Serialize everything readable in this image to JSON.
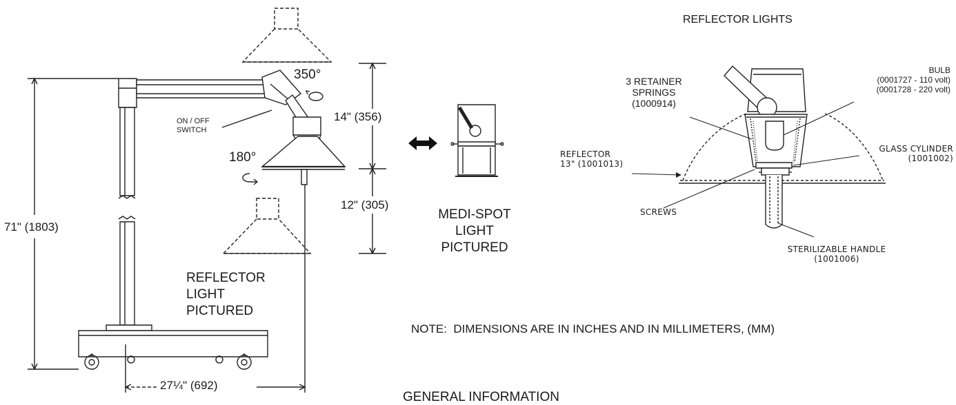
{
  "left_figure": {
    "angle_top": "350°",
    "angle_bottom": "180°",
    "switch_label": "ON / OFF\nSWITCH",
    "dim_upper_vertical": "14\" (356)",
    "dim_lower_vertical": "12\" (305)",
    "dim_total_height": "71\" (1803)",
    "dim_base_width": "27¼\" (692)",
    "caption": "REFLECTOR\nLIGHT\nPICTURED"
  },
  "middle_figure": {
    "caption": "MEDI-SPOT\nLIGHT\nPICTURED"
  },
  "right_figure": {
    "title": "REFLECTOR LIGHTS",
    "retainer_springs": "3 RETAINER\nSPRINGS\n(1000914)",
    "bulb": "BULB\n(0001727 - 110 volt)\n(0001728 - 220 volt)",
    "glass_cylinder": "GLASS CYLINDER\n(1001002)",
    "reflector": "REFLECTOR\n13\" (1001013)",
    "screws": "SCREWS",
    "handle": "STERILIZABLE HANDLE\n(1001006)"
  },
  "note": "NOTE:  DIMENSIONS ARE IN INCHES AND IN MILLIMETERS, (MM)",
  "section_heading": "GENERAL INFORMATION"
}
